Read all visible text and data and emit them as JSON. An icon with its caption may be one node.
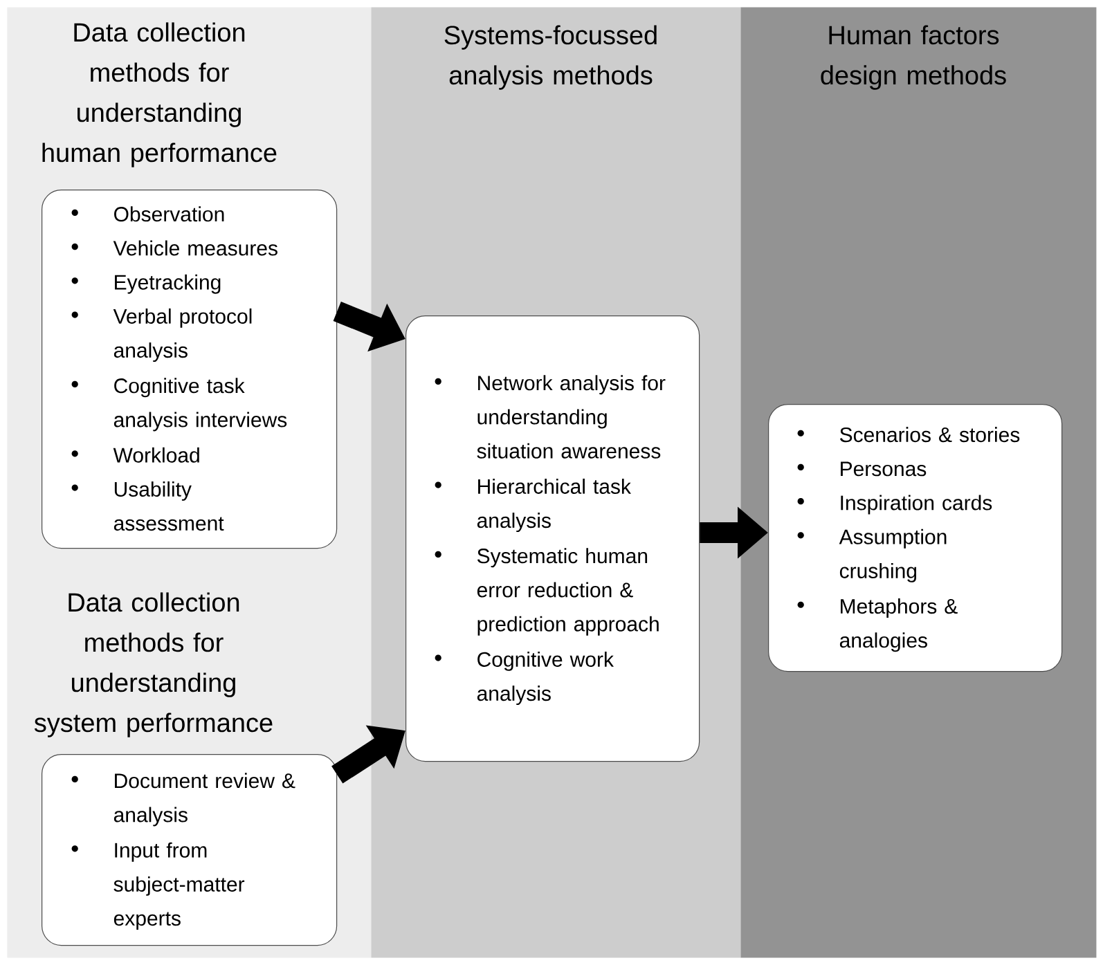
{
  "diagram": {
    "nodes": [
      {
        "text": [],
        "shape": "band"
      },
      {
        "text": [
          "Data collection methods for understanding human performance",
          "Observation",
          "Vehicle measures",
          "Eyetracking",
          "Verbal protocol analysis",
          "Cognitive task analysis interviews",
          "Workload",
          "Usability assessment"
        ],
        "in": 0
      },
      {
        "text": [
          "Data collection methods for understanding system performance",
          "Document review & analysis",
          "Input from subject-matter experts"
        ],
        "in": 0
      },
      {
        "text": [
          "Systems-focussed analysis methods"
        ]
      },
      {
        "text": [
          "Network analysis for understanding situation awareness",
          "Hierarchical task analysis",
          "Systematic human error reduction & prediction approach",
          "Cognitive work analysis"
        ],
        "in": 3
      },
      {
        "text": [
          "Human factors design methods"
        ]
      },
      {
        "text": [
          "Scenarios & stories",
          "Personas",
          "Inspiration cards",
          "Assumption crushing",
          "Metaphors & analogies"
        ],
        "in": 5
      }
    ],
    "edges": [
      {
        "from": 1,
        "to": 4,
        "arrow": "to"
      },
      {
        "from": 2,
        "to": 4,
        "arrow": "to"
      },
      {
        "from": 4,
        "to": 6,
        "arrow": "to"
      }
    ]
  }
}
